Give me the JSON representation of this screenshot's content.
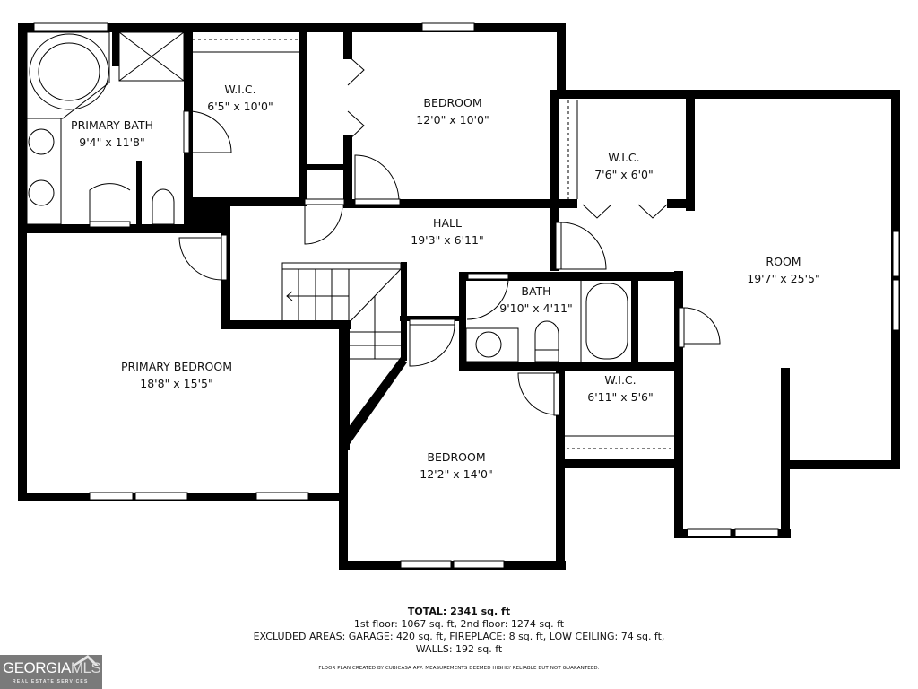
{
  "floor_plan": {
    "rooms": [
      {
        "id": "primary-bath",
        "name": "PRIMARY BATH",
        "dims": "9'4\" x 11'8\""
      },
      {
        "id": "wic-1",
        "name": "W.I.C.",
        "dims": "6'5\" x 10'0\""
      },
      {
        "id": "bedroom-1",
        "name": "BEDROOM",
        "dims": "12'0\" x 10'0\""
      },
      {
        "id": "wic-2",
        "name": "W.I.C.",
        "dims": "7'6\" x 6'0\""
      },
      {
        "id": "room",
        "name": "ROOM",
        "dims": "19'7\" x 25'5\""
      },
      {
        "id": "hall",
        "name": "HALL",
        "dims": "19'3\" x 6'11\""
      },
      {
        "id": "bath",
        "name": "BATH",
        "dims": "9'10\" x 4'11\""
      },
      {
        "id": "primary-bedroom",
        "name": "PRIMARY BEDROOM",
        "dims": "18'8\" x 15'5\""
      },
      {
        "id": "wic-3",
        "name": "W.I.C.",
        "dims": "6'11\" x 5'6\""
      },
      {
        "id": "bedroom-2",
        "name": "BEDROOM",
        "dims": "12'2\" x 14'0\""
      }
    ]
  },
  "summary": {
    "total": "TOTAL: 2341 sq. ft",
    "floors": "1st floor: 1067 sq. ft, 2nd floor: 1274 sq. ft",
    "excluded": "EXCLUDED AREAS: GARAGE: 420 sq. ft, FIREPLACE: 8 sq. ft, LOW CEILING: 74 sq. ft,",
    "walls": "WALLS: 192 sq. ft",
    "disclaimer": "FLOOR PLAN CREATED BY CUBICASA APP. MEASUREMENTS DEEMED HIGHLY RELIABLE BUT NOT GUARANTEED."
  },
  "logo": {
    "main_bold": "GEORGIA",
    "main_light": "MLS",
    "sub": "REAL ESTATE SERVICES"
  }
}
